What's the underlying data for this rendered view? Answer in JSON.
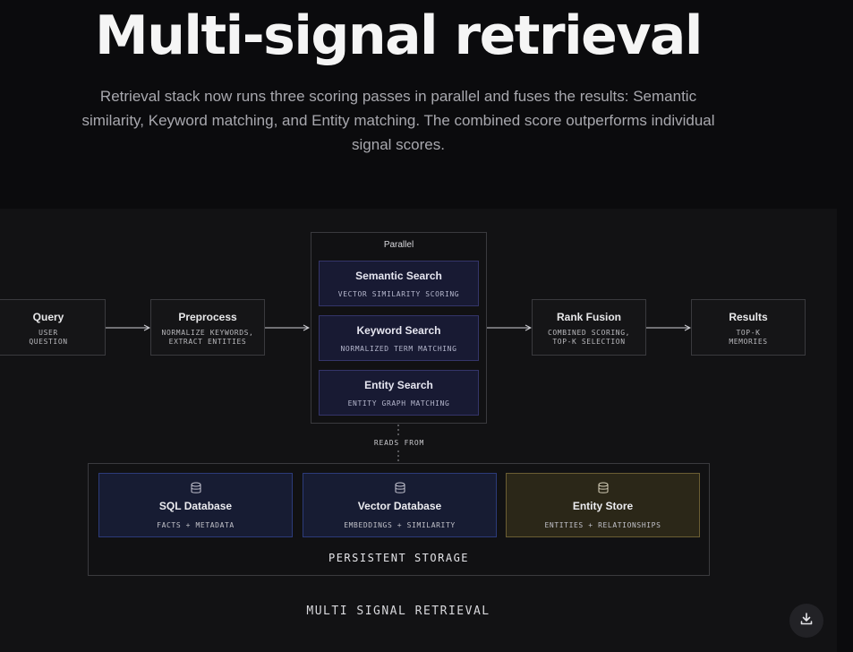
{
  "header": {
    "title": "Multi-signal retrieval",
    "subtitle": "Retrieval stack now runs three scoring passes in parallel and fuses the results: Semantic similarity, Keyword matching, and Entity matching. The combined score outperforms individual signal scores."
  },
  "diagram": {
    "query": {
      "title": "Query",
      "sub": "USER\nQUESTION"
    },
    "preprocess": {
      "title": "Preprocess",
      "sub": "NORMALIZE KEYWORDS,\nEXTRACT ENTITIES"
    },
    "parallel": {
      "label": "Parallel",
      "searches": [
        {
          "title": "Semantic Search",
          "sub": "VECTOR SIMILARITY SCORING"
        },
        {
          "title": "Keyword Search",
          "sub": "NORMALIZED TERM MATCHING"
        },
        {
          "title": "Entity Search",
          "sub": "ENTITY GRAPH MATCHING"
        }
      ]
    },
    "rank_fusion": {
      "title": "Rank Fusion",
      "sub": "COMBINED SCORING,\nTOP-K SELECTION"
    },
    "results": {
      "title": "Results",
      "sub": "TOP-K\nMEMORIES"
    },
    "reads_from": "READS FROM",
    "storage": {
      "label": "PERSISTENT STORAGE",
      "databases": [
        {
          "title": "SQL Database",
          "sub": "FACTS + METADATA",
          "icon": "database-icon"
        },
        {
          "title": "Vector Database",
          "sub": "EMBEDDINGS + SIMILARITY",
          "icon": "database-icon"
        },
        {
          "title": "Entity Store",
          "sub": "ENTITIES + RELATIONSHIPS",
          "icon": "database-icon"
        }
      ]
    },
    "caption": "MULTI SIGNAL RETRIEVAL"
  },
  "actions": {
    "download_icon": "download-icon"
  },
  "colors": {
    "background": "#0b0b0d",
    "panel": "#121214",
    "search_box": "#181a33",
    "blue_store": "#171c33",
    "gold_store": "#2b2718"
  }
}
